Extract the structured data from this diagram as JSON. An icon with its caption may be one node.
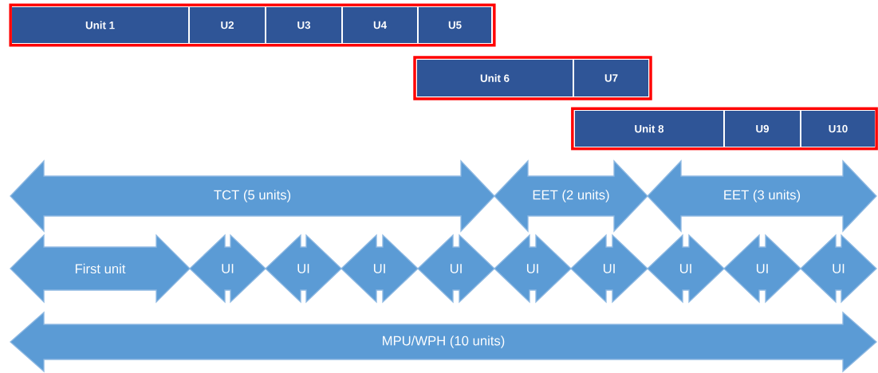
{
  "diagram": {
    "nodes": [
      {
        "text": [],
        "shape": "box"
      },
      {
        "text": [
          "Unit 1"
        ],
        "in": 0
      },
      {
        "text": [
          "U2"
        ],
        "in": 0
      },
      {
        "text": [
          "U3"
        ],
        "in": 0
      },
      {
        "text": [
          "U4"
        ],
        "in": 0
      },
      {
        "text": [
          "U5"
        ],
        "in": 0
      },
      {
        "text": [],
        "shape": "box"
      },
      {
        "text": [
          "Unit 6"
        ],
        "in": 6
      },
      {
        "text": [
          "U7"
        ],
        "in": 6
      },
      {
        "text": [],
        "shape": "box"
      },
      {
        "text": [
          "Unit 8"
        ],
        "in": 9
      },
      {
        "text": [
          "U9"
        ],
        "in": 9
      },
      {
        "text": [
          "U10"
        ],
        "in": 9
      },
      {
        "text": [
          "TCT (5 units)"
        ]
      },
      {
        "text": [
          "EET (2 units)"
        ]
      },
      {
        "text": [
          "EET (3 units)"
        ]
      },
      {
        "text": [
          "First unit"
        ]
      },
      {
        "text": [
          "UI"
        ]
      },
      {
        "text": [
          "UI"
        ]
      },
      {
        "text": [
          "UI"
        ]
      },
      {
        "text": [
          "UI"
        ]
      },
      {
        "text": [
          "UI"
        ]
      },
      {
        "text": [
          "UI"
        ]
      },
      {
        "text": [
          "UI"
        ]
      },
      {
        "text": [
          "UI"
        ]
      },
      {
        "text": [
          "UI"
        ]
      },
      {
        "text": [
          "MPU/WPH (10 units)"
        ]
      }
    ]
  }
}
